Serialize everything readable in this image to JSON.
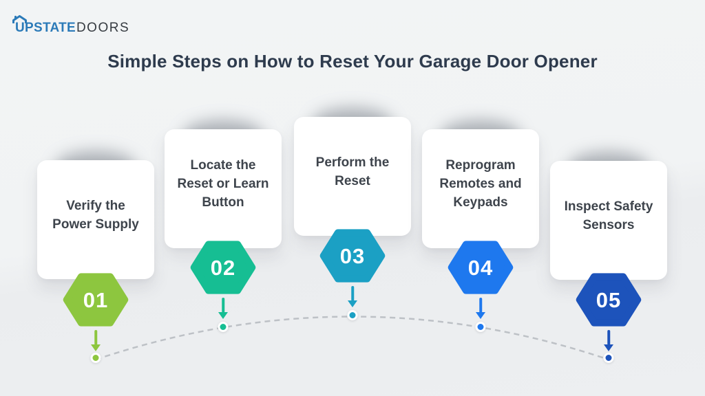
{
  "logo": {
    "text_primary": "UPSTATE",
    "text_secondary": "DOORS",
    "primary_color": "#2b7ab8",
    "secondary_color": "#363b41"
  },
  "title": "Simple Steps on How to Reset Your Garage Door Opener",
  "colors": {
    "background": "#eff1f3",
    "title": "#2e3b4d",
    "card_text": "#3e444c",
    "card_bg": "#ffffff",
    "connector": "#bdc1c6"
  },
  "steps": [
    {
      "number": "01",
      "label": "Verify the Power Supply",
      "color": "#8dc63f"
    },
    {
      "number": "02",
      "label": "Locate the Reset or Learn Button",
      "color": "#16be93"
    },
    {
      "number": "03",
      "label": "Perform the Reset",
      "color": "#1ba0c4"
    },
    {
      "number": "04",
      "label": "Reprogram Remotes and Keypads",
      "color": "#1e78ee"
    },
    {
      "number": "05",
      "label": "Inspect Safety Sensors",
      "color": "#1d53bb"
    }
  ]
}
